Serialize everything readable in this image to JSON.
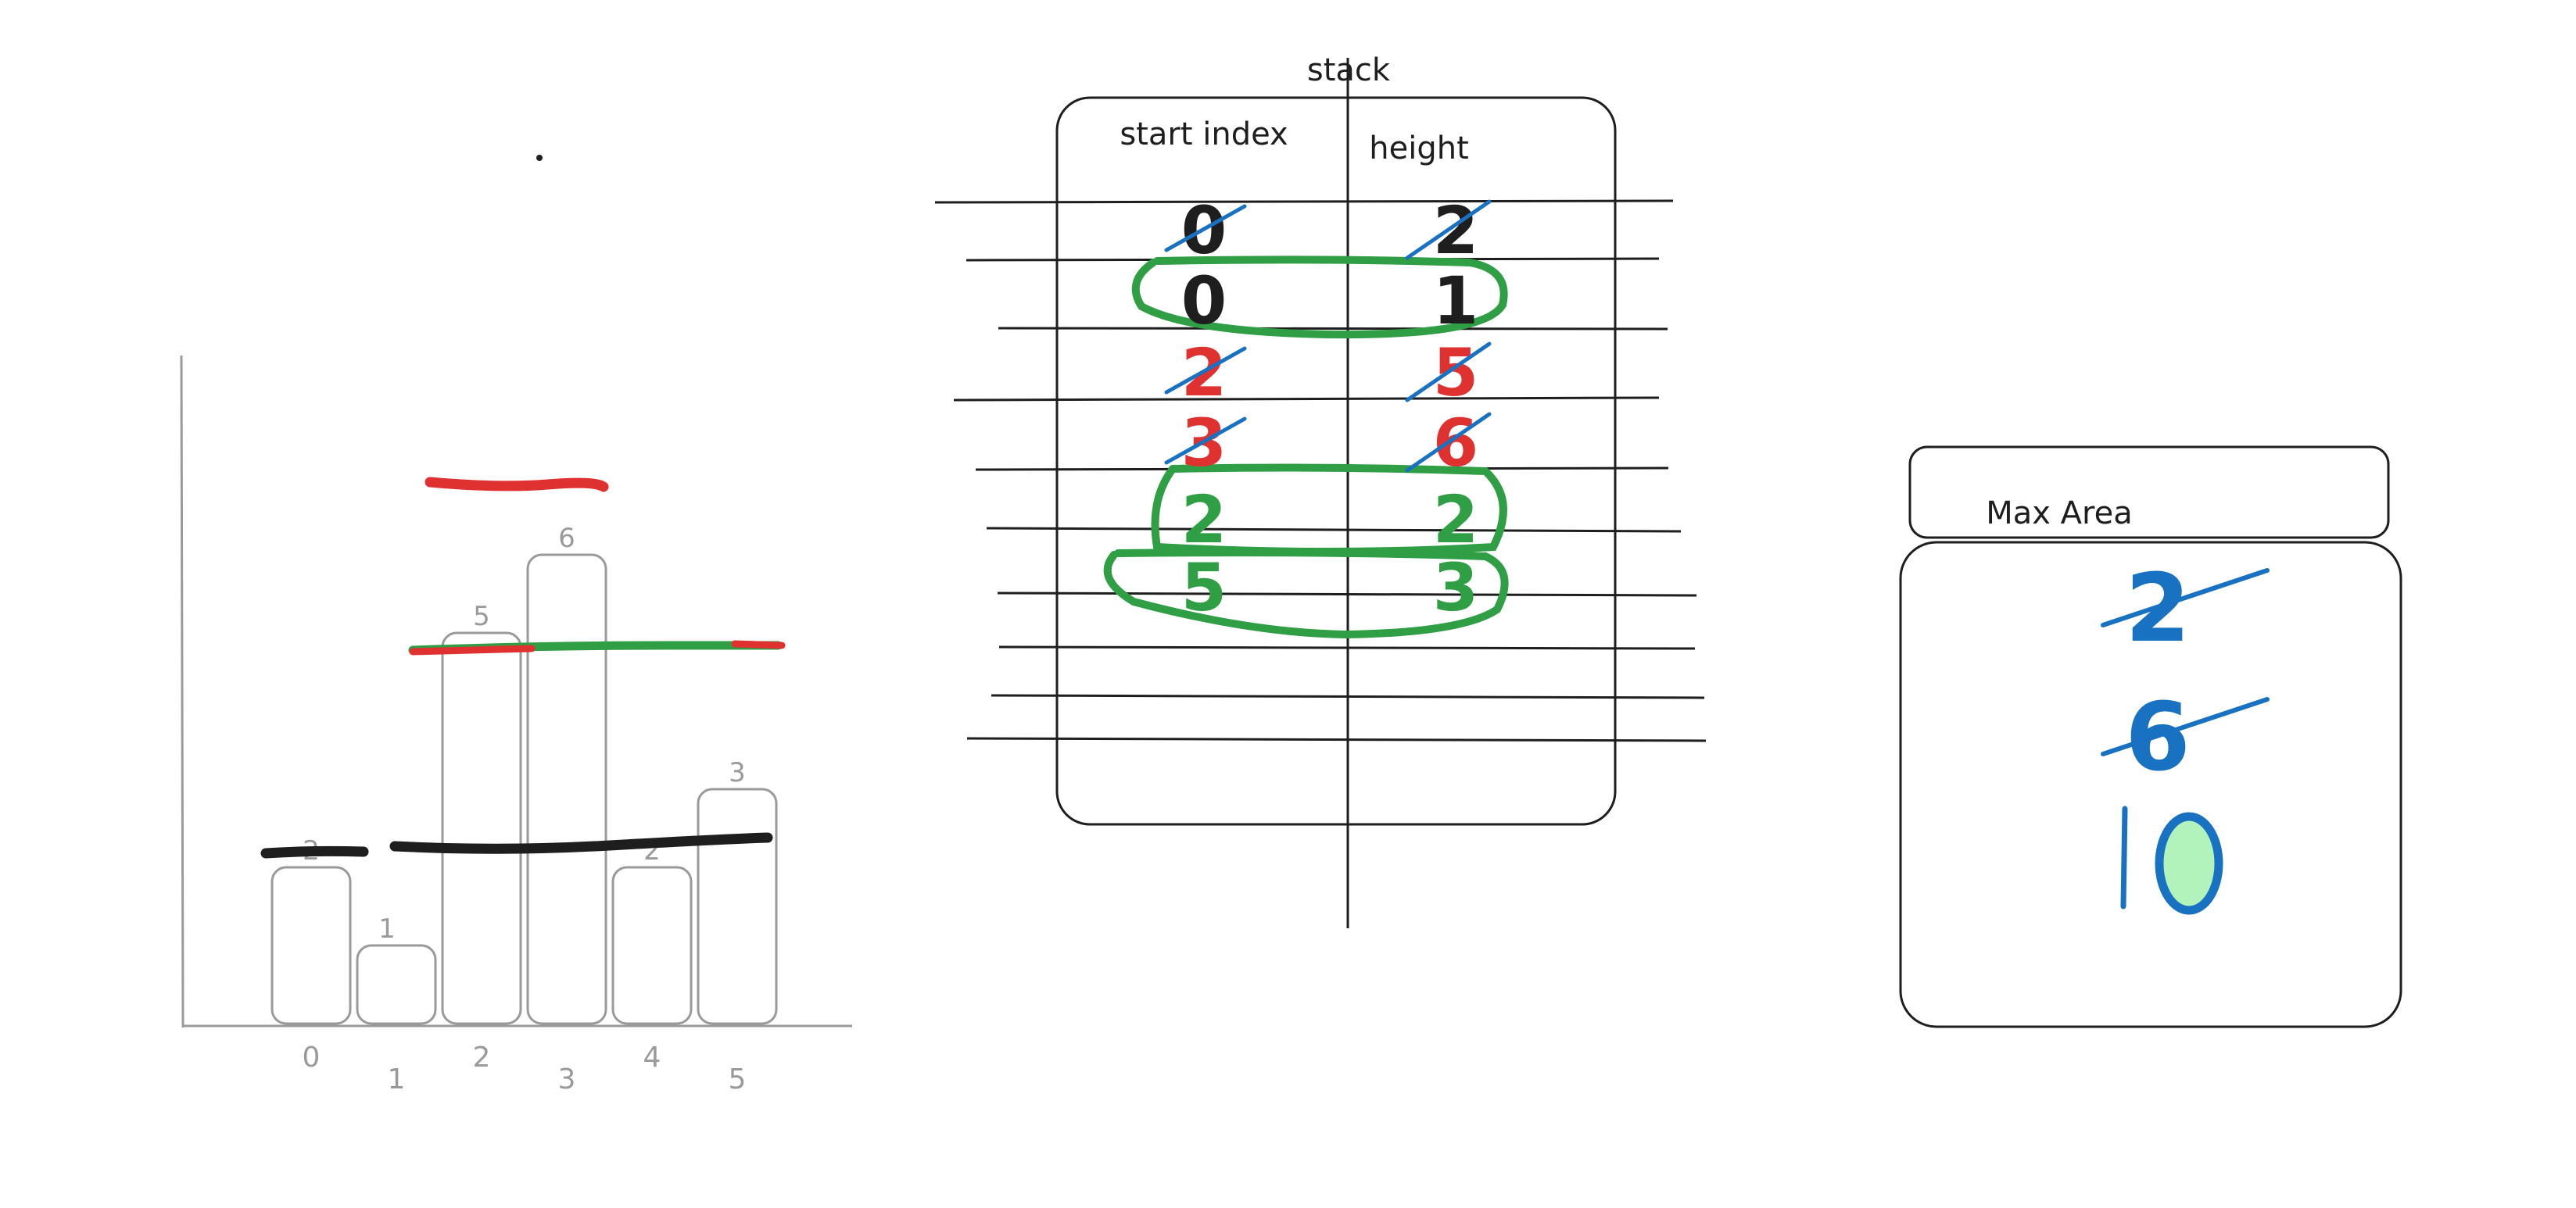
{
  "histogram": {
    "bars": [
      {
        "index": "0",
        "height": 2,
        "height_label": "2"
      },
      {
        "index": "1",
        "height": 1,
        "height_label": "1"
      },
      {
        "index": "2",
        "height": 5,
        "height_label": "5"
      },
      {
        "index": "3",
        "height": 6,
        "height_label": "6"
      },
      {
        "index": "4",
        "height": 2,
        "height_label": "2"
      },
      {
        "index": "5",
        "height": 3,
        "height_label": "3"
      }
    ],
    "ylim": [
      0,
      6
    ]
  },
  "stack": {
    "title": "stack",
    "col_start": "start index",
    "col_height": "height",
    "rows": [
      {
        "start": "0",
        "height": "2",
        "state": "crossed",
        "color": "#1e1e1e"
      },
      {
        "start": "0",
        "height": "1",
        "state": "circled",
        "color": "#1e1e1e"
      },
      {
        "start": "2",
        "height": "5",
        "state": "crossed",
        "color": "#e03131"
      },
      {
        "start": "3",
        "height": "6",
        "state": "crossed",
        "color": "#e03131"
      },
      {
        "start": "2",
        "height": "2",
        "state": "circled",
        "color": "#2f9e44"
      },
      {
        "start": "5",
        "height": "3",
        "state": "circled",
        "color": "#2f9e44"
      }
    ]
  },
  "max_area": {
    "title": "Max Area",
    "values": [
      {
        "value": "2",
        "state": "crossed"
      },
      {
        "value": "6",
        "state": "crossed"
      },
      {
        "value": "10",
        "state": "final"
      }
    ]
  },
  "colors": {
    "ink": "#1e1e1e",
    "grey": "#9a9a9a",
    "red": "#e03131",
    "green": "#2f9e44",
    "blue": "#1971c2",
    "highlight": "#b2f2bb"
  }
}
